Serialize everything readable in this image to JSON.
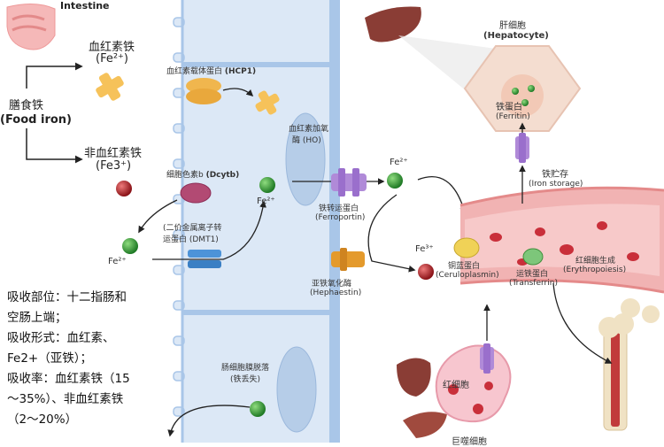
{
  "intestine": "Intestine",
  "food_iron": {
    "cn": "膳食铁",
    "en": "(Food iron)"
  },
  "heme_iron": {
    "cn": "血红素铁",
    "ion": "(Fe²⁺)"
  },
  "nonheme_iron": {
    "cn": "非血红素铁",
    "ion": "(Fe3⁺)"
  },
  "hcp1": {
    "cn": "血红素载体蛋白",
    "abbr": "(HCP1)"
  },
  "dcytb": {
    "cn": "细胞色素b",
    "abbr": "(Dcytb)"
  },
  "dmt1": {
    "line1": "(二价金属离子转",
    "line2": "运蛋白 (DMT1)"
  },
  "ho": {
    "line1": "血红素加氧",
    "line2": "酶 (HO)"
  },
  "ferroportin": {
    "cn": "铁转运蛋白",
    "en": "(Ferroportin)"
  },
  "hephaestin": {
    "cn": "亚铁氧化酶",
    "en": "(Hephaestin)"
  },
  "ceruloplasmin": {
    "cn": "铜蓝蛋白",
    "en": "(Ceruloplasmin)"
  },
  "transferrin": {
    "cn": "运铁蛋白",
    "en": "(Transferrin)"
  },
  "erythropoiesis": {
    "cn": "红细胞生成",
    "en": "(Erythropoiesis)"
  },
  "hepatocyte": {
    "cn": "肝细胞",
    "en": "(Hepatocyte)"
  },
  "ferritin": {
    "cn": "铁蛋白",
    "en": "(Ferritin)"
  },
  "iron_storage": {
    "cn": "铁贮存",
    "en": "(Iron storage)"
  },
  "shedding": {
    "line1": "肠细胞膜脱落",
    "line2": "(铁丢失)"
  },
  "red_cell": "红细胞",
  "macrophage": "巨噬细胞",
  "ions": {
    "fe2": "Fe²⁺",
    "fe3": "Fe³⁺"
  },
  "notes": [
    "吸收部位：十二指肠和",
    "空肠上端；",
    "吸收形式：血红素、",
    "Fe2+（亚铁）；",
    "吸收率：血红素铁（15",
    "～35%）、非血红素铁",
    "（2～20%）"
  ],
  "colors": {
    "cell": "#dce8f6",
    "membrane": "#a9c6e8",
    "iron": "#2f9a35",
    "fe3": "#b3242b",
    "hepatocyte": "#f4ddd0",
    "vessel": "#f1b3b3"
  }
}
